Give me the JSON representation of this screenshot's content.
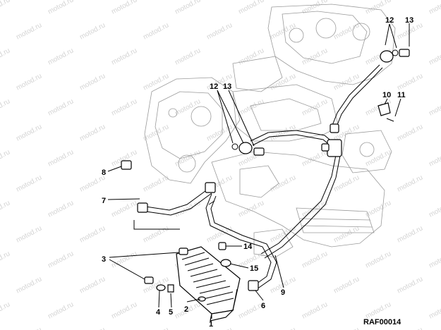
{
  "watermark": "motod.ru",
  "callouts": [
    "1",
    "2",
    "3",
    "4",
    "5",
    "6",
    "7",
    "8",
    "9",
    "10",
    "11",
    "12",
    "13",
    "14",
    "15",
    "12",
    "13"
  ],
  "ref_code": "RAF00014"
}
